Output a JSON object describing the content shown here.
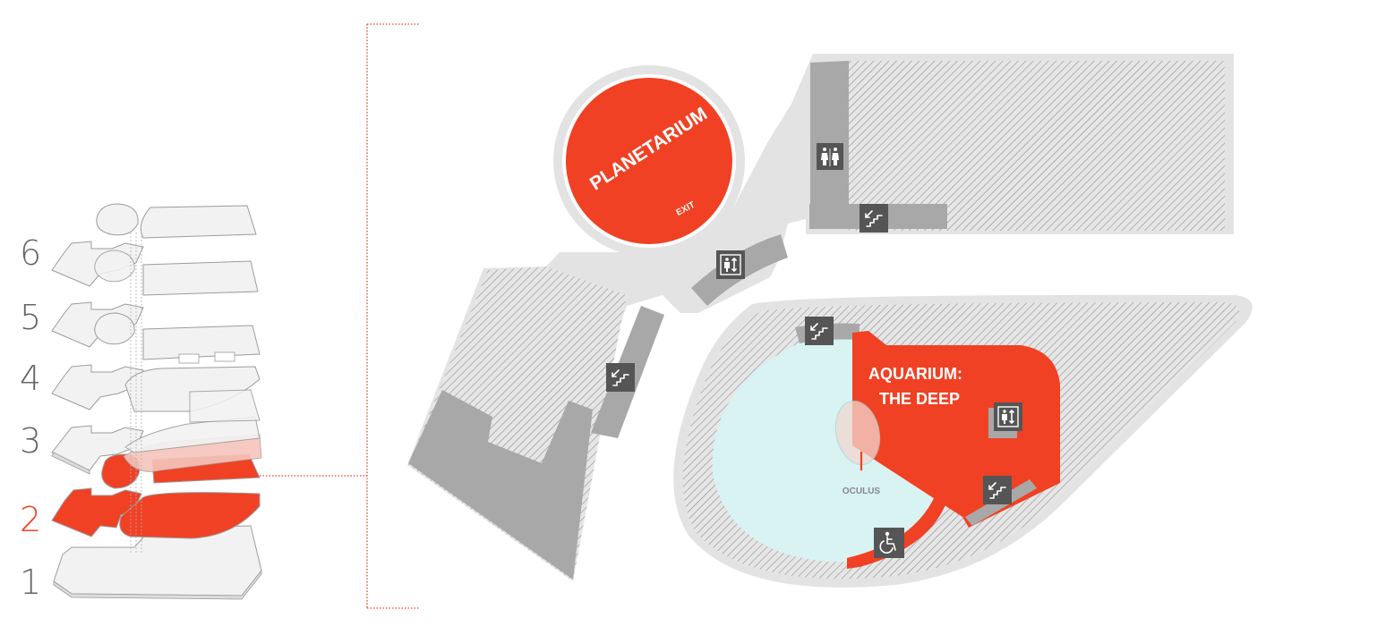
{
  "floor_selector": {
    "floors": [
      {
        "label": "6",
        "active": false
      },
      {
        "label": "5",
        "active": false
      },
      {
        "label": "4",
        "active": false
      },
      {
        "label": "3",
        "active": false
      },
      {
        "label": "2",
        "active": true
      },
      {
        "label": "1",
        "active": false
      }
    ]
  },
  "map": {
    "rooms": {
      "planetarium": {
        "label": "PLANETARIUM",
        "exit_label": "EXIT"
      },
      "aquarium": {
        "line1": "AQUARIUM:",
        "line2": "THE DEEP"
      },
      "oculus": {
        "label": "OCULUS"
      }
    },
    "icons": [
      "restroom-icon",
      "stairs-icon",
      "elevator-icon",
      "accessible-icon"
    ]
  },
  "colors": {
    "accent": "#f04124",
    "floor_grey": "#e3e3e3",
    "core_grey": "#a8a8a8",
    "hatch": "#9a9a9a",
    "water": "#d9f2f2",
    "icon_bg": "#555555"
  }
}
